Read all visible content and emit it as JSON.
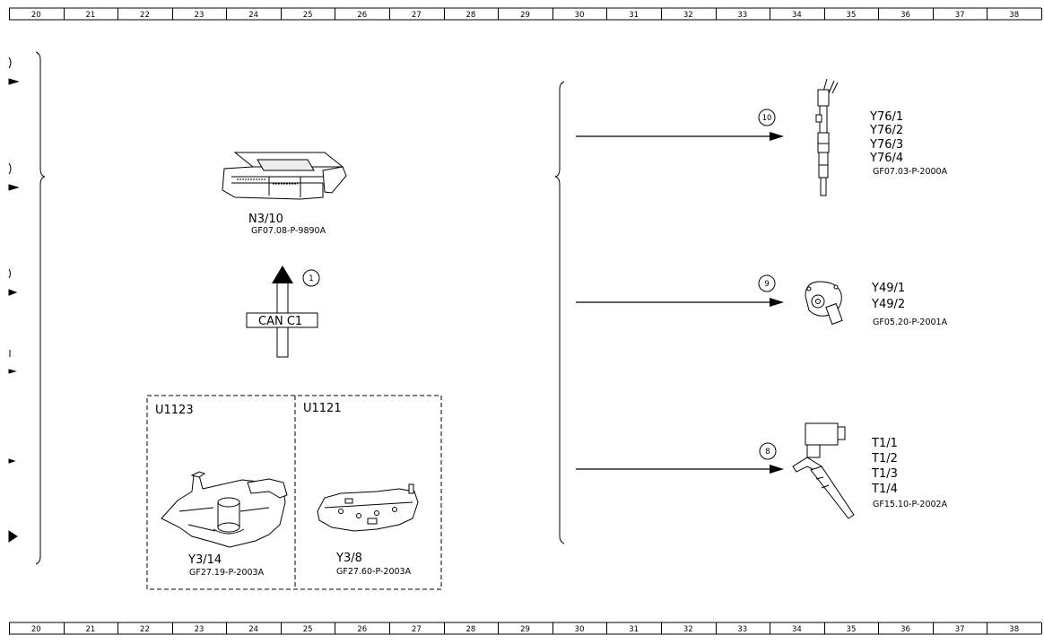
{
  "ruler": {
    "numbers": [
      "20",
      "21",
      "22",
      "23",
      "24",
      "25",
      "26",
      "27",
      "28",
      "29",
      "30",
      "31",
      "32",
      "33",
      "34",
      "35",
      "36",
      "37",
      "38"
    ]
  },
  "control_unit": {
    "code": "N3/10",
    "ref": "GF07.08-P-9890A"
  },
  "can_bus": {
    "label": "CAN C1",
    "marker": "1"
  },
  "box_left": {
    "title": "U1123",
    "code": "Y3/14",
    "ref": "GF27.19-P-2003A"
  },
  "box_right": {
    "title": "U1121",
    "code": "Y3/8",
    "ref": "GF27.60-P-2003A"
  },
  "outputs": [
    {
      "marker": "10",
      "codes": [
        "Y76/1",
        "Y76/2",
        "Y76/3",
        "Y76/4"
      ],
      "ref": "GF07.03-P-2000A",
      "icon": "injector-icon"
    },
    {
      "marker": "9",
      "codes": [
        "Y49/1",
        "Y49/2"
      ],
      "ref": "GF05.20-P-2001A",
      "icon": "camshaft-solenoid-icon"
    },
    {
      "marker": "8",
      "codes": [
        "T1/1",
        "T1/2",
        "T1/3",
        "T1/4"
      ],
      "ref": "GF15.10-P-2002A",
      "icon": "ignition-coil-icon"
    }
  ]
}
